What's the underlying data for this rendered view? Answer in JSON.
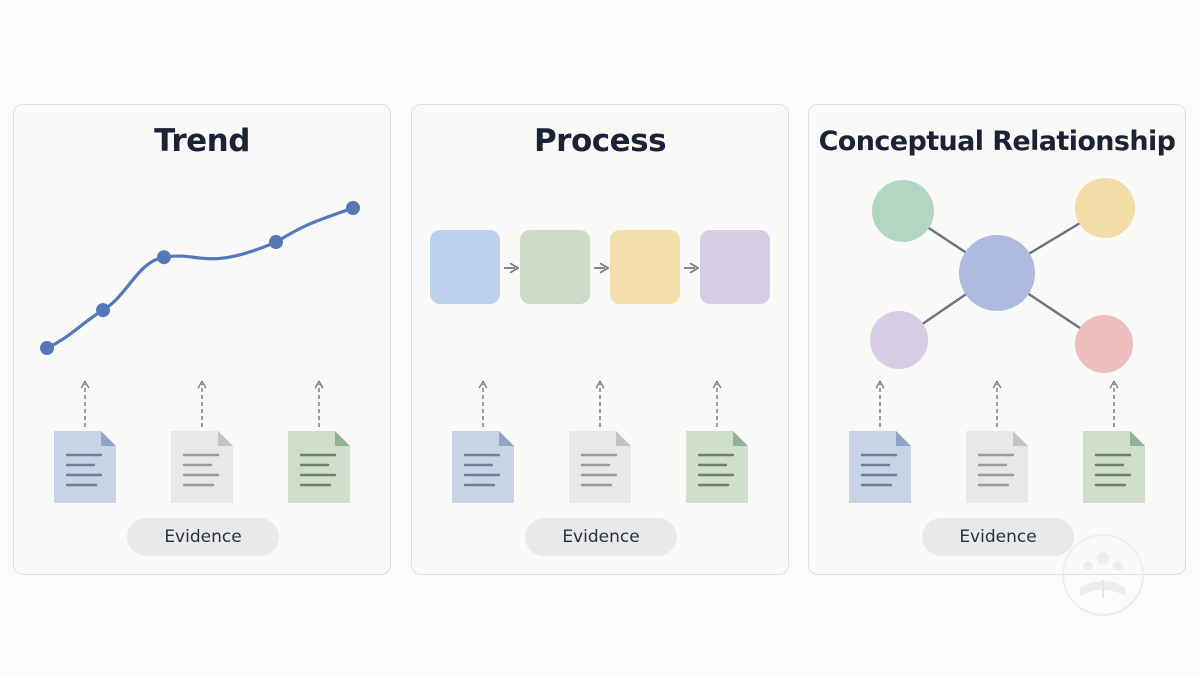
{
  "panels": [
    {
      "title": "Trend",
      "chart_data": {
        "type": "line",
        "points": [
          [
            0,
            0
          ],
          [
            1,
            1
          ],
          [
            2,
            2.4
          ],
          [
            3,
            2.8
          ],
          [
            4,
            3.7
          ]
        ],
        "line_color": "#5578b8"
      },
      "evidence_label": "Evidence"
    },
    {
      "title": "Process",
      "steps": [
        {
          "color": "#bdd1ec"
        },
        {
          "color": "#cddcc7"
        },
        {
          "color": "#f2dfab"
        },
        {
          "color": "#d6cee6"
        }
      ],
      "evidence_label": "Evidence"
    },
    {
      "title": "Conceptual Relationship",
      "hub_color": "#aebadf",
      "nodes": [
        {
          "color": "#b2d6c2"
        },
        {
          "color": "#f4dca6"
        },
        {
          "color": "#d6cce6"
        },
        {
          "color": "#ebbdbd"
        }
      ],
      "evidence_label": "Evidence"
    }
  ],
  "documents": [
    {
      "color": "#c8d4e6",
      "fold": "#8fa4c8",
      "lines": "#6f7f98"
    },
    {
      "color": "#e8e8e7",
      "fold": "#c4c4c2",
      "lines": "#9a9a98"
    },
    {
      "color": "#cfdfcc",
      "fold": "#93b293",
      "lines": "#6f7f6f"
    }
  ],
  "colors": {
    "title": "#1a2235",
    "arrow": "#7a7c80",
    "link": "#6b7380"
  }
}
